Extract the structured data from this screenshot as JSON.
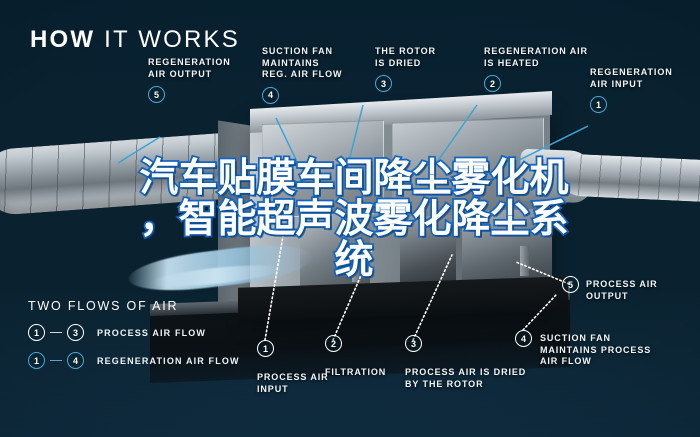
{
  "header": {
    "title_bold": "HOW",
    "title_light": "IT WORKS"
  },
  "overlay": {
    "line1": "汽车贴膜车间降尘雾化机",
    "line2": "，智能超声波雾化降尘系",
    "line3": "统",
    "full_text": "汽车贴膜车间降尘雾化机，智能超声波雾化降尘系统",
    "text_color": "#ffffff",
    "stroke_color": "#1565c0"
  },
  "callouts": [
    {
      "id": "regeneration-air-output",
      "number": "5",
      "flow": "regen",
      "label": "REGENERATION\nAIR OUTPUT"
    },
    {
      "id": "suction-fan-reg",
      "number": "4",
      "flow": "regen",
      "label": "SUCTION FAN\nMAINTAINS\nREG. AIR FLOW"
    },
    {
      "id": "rotor-is-dried",
      "number": "3",
      "flow": "regen",
      "label": "THE ROTOR\nIS DRIED"
    },
    {
      "id": "regeneration-air-heated",
      "number": "2",
      "flow": "regen",
      "label": "REGENERATION AIR\nIS HEATED"
    },
    {
      "id": "regeneration-air-input",
      "number": "1",
      "flow": "regen",
      "label": "REGENERATION\nAIR INPUT"
    },
    {
      "id": "process-air-output",
      "number": "5",
      "flow": "proc",
      "label": "PROCESS AIR\nOUTPUT"
    },
    {
      "id": "suction-fan-process",
      "number": "4",
      "flow": "proc",
      "label": "SUCTION FAN\nMAINTAINS PROCESS\nAIR FLOW"
    },
    {
      "id": "process-air-dried",
      "number": "3",
      "flow": "proc",
      "label": "PROCESS AIR IS DRIED\nBY THE ROTOR"
    },
    {
      "id": "filtration",
      "number": "2",
      "flow": "proc",
      "label": "FILTRATION"
    },
    {
      "id": "process-air-input",
      "number": "1",
      "flow": "proc",
      "label": "PROCESS AIR\nINPUT"
    }
  ],
  "legend": {
    "title": "TWO FLOWS OF AIR",
    "rows": [
      {
        "from": "1",
        "to": "3",
        "label": "PROCESS AIR FLOW",
        "flow": "proc"
      },
      {
        "from": "1",
        "to": "4",
        "label": "REGENERATION AIR FLOW",
        "flow": "regen"
      }
    ]
  },
  "colors": {
    "background": "#0a2230",
    "accent_blue": "#4aa8d4",
    "text": "#ffffff",
    "overlay_stroke": "#1565c0"
  }
}
